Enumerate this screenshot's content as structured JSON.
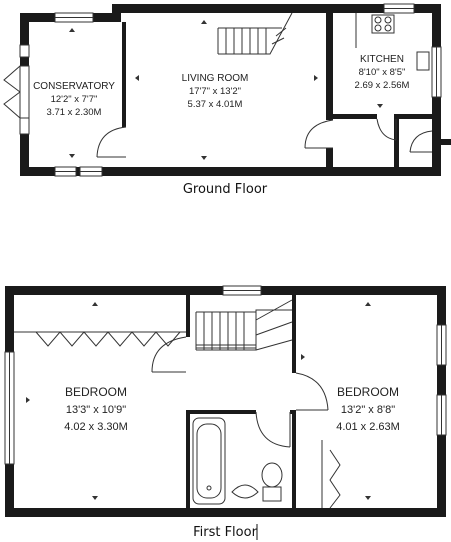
{
  "floors": [
    {
      "label": "Ground Floor",
      "rooms": [
        {
          "name": "CONSERVATORY",
          "dim_imperial": "12'2\" x 7'7\"",
          "dim_metric": "3.71 x 2.30M"
        },
        {
          "name": "LIVING ROOM",
          "dim_imperial": "17'7\" x 13'2\"",
          "dim_metric": "5.37 x 4.01M"
        },
        {
          "name": "KITCHEN",
          "dim_imperial": "8'10\" x 8'5\"",
          "dim_metric": "2.69 x 2.56M"
        }
      ]
    },
    {
      "label": "First Floor",
      "rooms": [
        {
          "name": "BEDROOM",
          "dim_imperial": "13'3\" x 10'9\"",
          "dim_metric": "4.02 x 3.30M"
        },
        {
          "name": "BEDROOM",
          "dim_imperial": "13'2\" x 8'8\"",
          "dim_metric": "4.01 x 2.63M"
        }
      ]
    }
  ],
  "colors": {
    "wall": "#1a1a1a",
    "line": "#333333",
    "background": "#ffffff"
  }
}
